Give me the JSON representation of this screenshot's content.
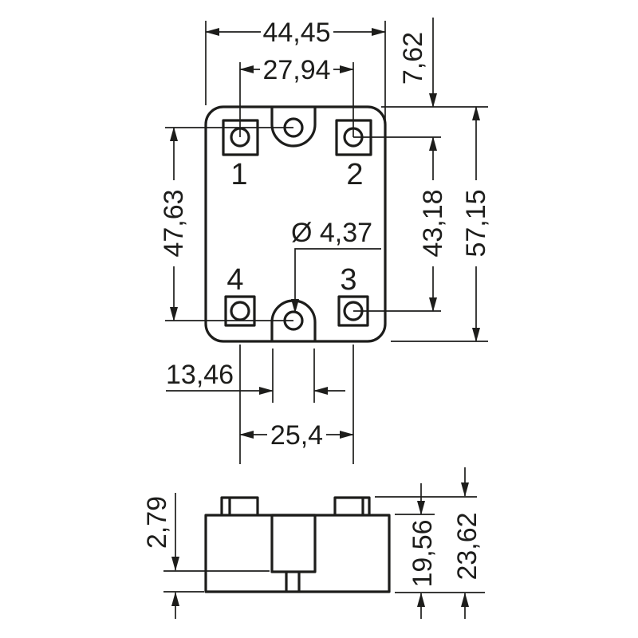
{
  "drawing": {
    "background": "#ffffff",
    "line_color": "#1d1d1b",
    "top_view": {
      "dims": {
        "overall_width": "44,45",
        "top_terminal_pitch": "27,94",
        "top_edge_to_terminal_row": "7,62",
        "mounting_hole_pitch": "47,63",
        "right_terminal_pitch": "43,18",
        "overall_length": "57,15",
        "mounting_hole_diameter": "Ø 4,37",
        "terminal_to_slot_offset": "13,46",
        "bottom_terminal_pitch": "25,4"
      },
      "terminal_labels": {
        "t1": "1",
        "t2": "2",
        "t3": "3",
        "t4": "4"
      }
    },
    "front_view": {
      "dims": {
        "base_step_height": "2,79",
        "body_height": "19,56",
        "overall_height": "23,62"
      }
    }
  }
}
